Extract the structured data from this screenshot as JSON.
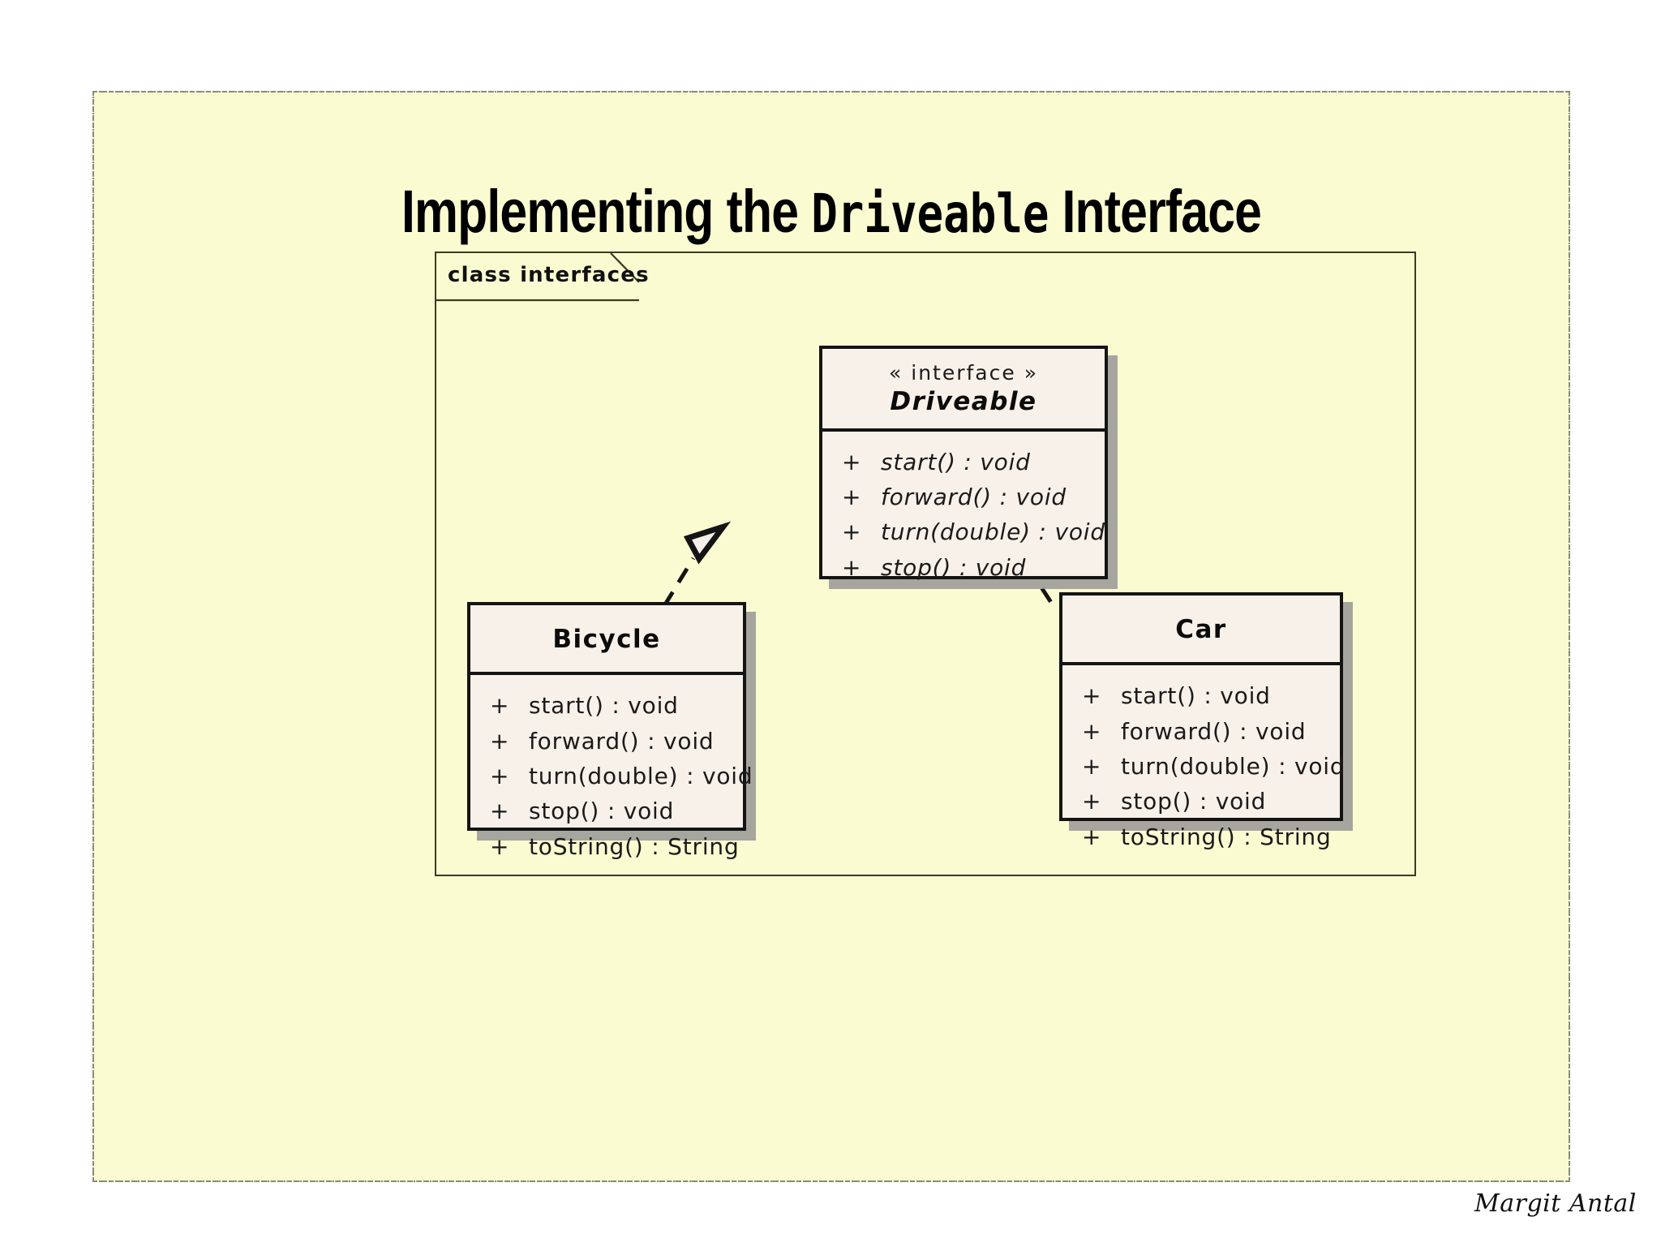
{
  "slide": {
    "title_prefix": "Implementing the ",
    "title_mono": "Driveable",
    "title_suffix": " Interface",
    "background_color": "#fbfbd2",
    "border_color": "#8a8a7a",
    "page_background": "#ffffff"
  },
  "package": {
    "label": "class interfaces",
    "border_color": "#3c3a22"
  },
  "diagram": {
    "type": "uml-class-diagram",
    "box_fill": "#f8f1e9",
    "box_border": "#141414",
    "shadow_color": "#969696",
    "relationship_type": "realization",
    "classes": [
      {
        "id": "driveable",
        "name": "Driveable",
        "stereotype": "« interface »",
        "kind": "interface",
        "abstract": true,
        "members": [
          {
            "visibility": "+",
            "signature": "start() : void"
          },
          {
            "visibility": "+",
            "signature": "forward() : void"
          },
          {
            "visibility": "+",
            "signature": "turn(double) : void"
          },
          {
            "visibility": "+",
            "signature": "stop() : void"
          }
        ]
      },
      {
        "id": "bicycle",
        "name": "Bicycle",
        "stereotype": "",
        "kind": "class",
        "abstract": false,
        "members": [
          {
            "visibility": "+",
            "signature": "start() : void"
          },
          {
            "visibility": "+",
            "signature": "forward() : void"
          },
          {
            "visibility": "+",
            "signature": "turn(double) : void"
          },
          {
            "visibility": "+",
            "signature": "stop() : void"
          },
          {
            "visibility": "+",
            "signature": "toString() : String"
          }
        ]
      },
      {
        "id": "car",
        "name": "Car",
        "stereotype": "",
        "kind": "class",
        "abstract": false,
        "members": [
          {
            "visibility": "+",
            "signature": "start() : void"
          },
          {
            "visibility": "+",
            "signature": "forward() : void"
          },
          {
            "visibility": "+",
            "signature": "turn(double) : void"
          },
          {
            "visibility": "+",
            "signature": "stop() : void"
          },
          {
            "visibility": "+",
            "signature": "toString() : String"
          }
        ]
      }
    ],
    "relationships": [
      {
        "from": "bicycle",
        "to": "driveable",
        "type": "realization",
        "style": "dashed-hollow-triangle"
      },
      {
        "from": "car",
        "to": "driveable",
        "type": "realization",
        "style": "dashed-hollow-triangle"
      }
    ]
  },
  "author": {
    "signature": "Margit Antal"
  }
}
